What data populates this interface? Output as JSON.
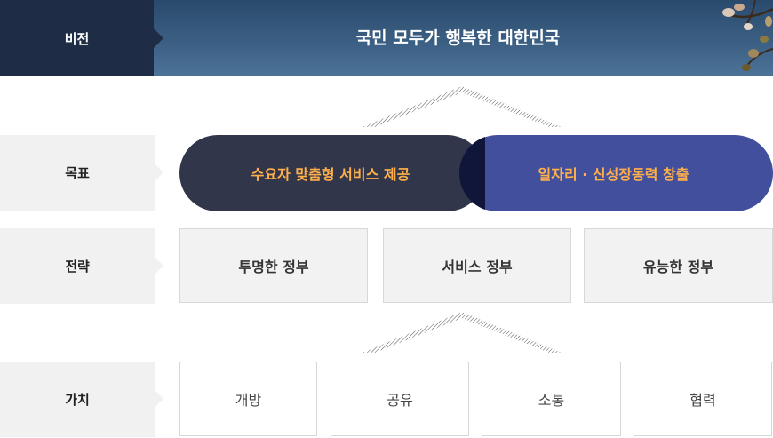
{
  "vision": {
    "label": "비전",
    "statement": "국민 모두가 행복한 대한민국"
  },
  "goals": {
    "label": "목표",
    "items": [
      "수요자 맞춤형 서비스 제공",
      "일자리 · 신성장동력 창출"
    ]
  },
  "strategy": {
    "label": "전략",
    "items": [
      "투명한 정부",
      "서비스 정부",
      "유능한 정부"
    ]
  },
  "values": {
    "label": "가치",
    "items": [
      "개방",
      "공유",
      "소통",
      "협력"
    ]
  },
  "colors": {
    "vision_label_bg": "#1e2d45",
    "goal_left_bg": "#32364a",
    "goal_right_bg": "#414f9c",
    "goal_text": "#ffb04a",
    "side_label_bg": "#f1f1f1"
  }
}
